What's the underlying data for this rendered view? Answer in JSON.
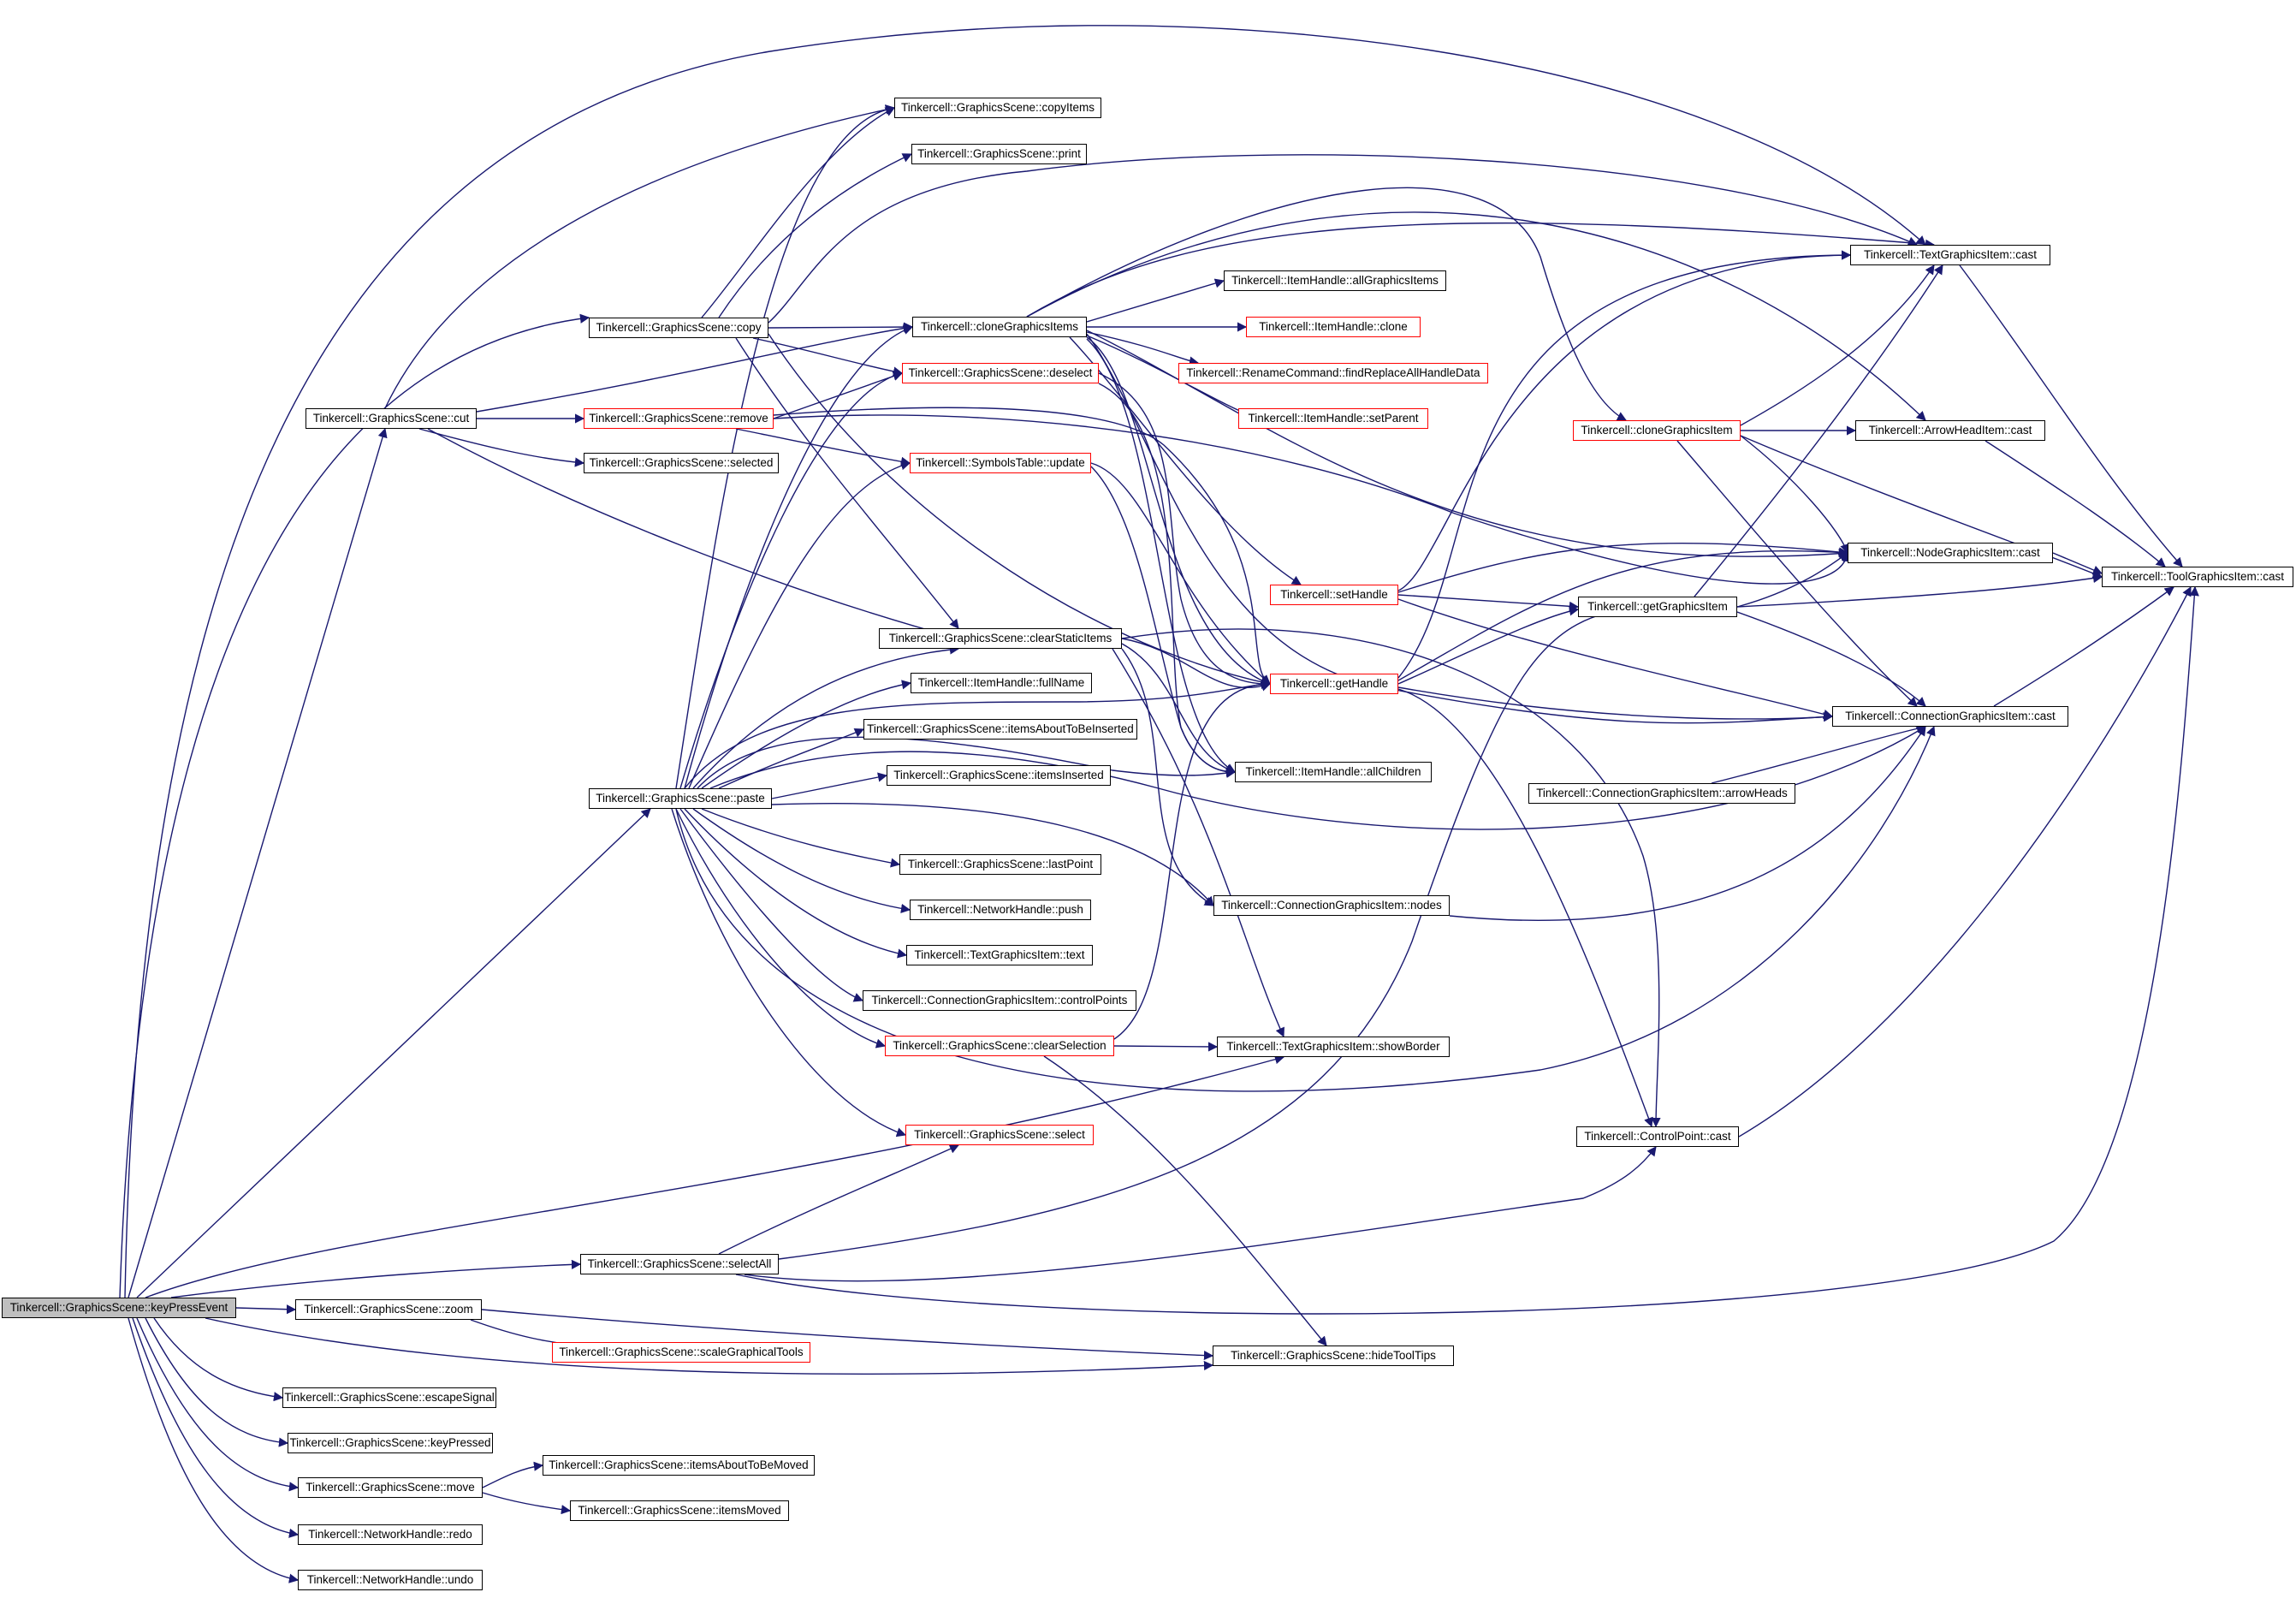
{
  "colors": {
    "edge": "#191970",
    "node_border": "#000000",
    "external_border": "#ff0000",
    "root_fill": "#bfbfbf",
    "background": "#ffffff"
  },
  "nodes": [
    {
      "id": "root",
      "label": "Tinkercell::GraphicsScene::keyPressEvent",
      "root": true
    },
    {
      "id": "cut",
      "label": "Tinkercell::GraphicsScene::cut"
    },
    {
      "id": "copy",
      "label": "Tinkercell::GraphicsScene::copy"
    },
    {
      "id": "copyItems",
      "label": "Tinkercell::GraphicsScene::copyItems"
    },
    {
      "id": "print",
      "label": "Tinkercell::GraphicsScene::print"
    },
    {
      "id": "cloneGraphicsItems",
      "label": "Tinkercell::cloneGraphicsItems"
    },
    {
      "id": "deselect",
      "label": "Tinkercell::GraphicsScene::deselect",
      "red": true
    },
    {
      "id": "remove",
      "label": "Tinkercell::GraphicsScene::remove",
      "red": true
    },
    {
      "id": "selected",
      "label": "Tinkercell::GraphicsScene::selected"
    },
    {
      "id": "symbolsUpdate",
      "label": "Tinkercell::SymbolsTable::update",
      "red": true
    },
    {
      "id": "clearStatic",
      "label": "Tinkercell::GraphicsScene::clearStaticItems"
    },
    {
      "id": "fullName",
      "label": "Tinkercell::ItemHandle::fullName"
    },
    {
      "id": "aboutInserted",
      "label": "Tinkercell::GraphicsScene::itemsAboutToBeInserted"
    },
    {
      "id": "itemsInserted",
      "label": "Tinkercell::GraphicsScene::itemsInserted"
    },
    {
      "id": "paste",
      "label": "Tinkercell::GraphicsScene::paste"
    },
    {
      "id": "lastPoint",
      "label": "Tinkercell::GraphicsScene::lastPoint"
    },
    {
      "id": "push",
      "label": "Tinkercell::NetworkHandle::push"
    },
    {
      "id": "textText",
      "label": "Tinkercell::TextGraphicsItem::text"
    },
    {
      "id": "controlPoints",
      "label": "Tinkercell::ConnectionGraphicsItem::controlPoints"
    },
    {
      "id": "clearSelection",
      "label": "Tinkercell::GraphicsScene::clearSelection",
      "red": true
    },
    {
      "id": "select",
      "label": "Tinkercell::GraphicsScene::select",
      "red": true
    },
    {
      "id": "selectAll",
      "label": "Tinkercell::GraphicsScene::selectAll"
    },
    {
      "id": "zoom",
      "label": "Tinkercell::GraphicsScene::zoom"
    },
    {
      "id": "scaleTools",
      "label": "Tinkercell::GraphicsScene::scaleGraphicalTools",
      "red": true
    },
    {
      "id": "escape",
      "label": "Tinkercell::GraphicsScene::escapeSignal"
    },
    {
      "id": "keyPressed",
      "label": "Tinkercell::GraphicsScene::keyPressed"
    },
    {
      "id": "move",
      "label": "Tinkercell::GraphicsScene::move"
    },
    {
      "id": "aboutMoved",
      "label": "Tinkercell::GraphicsScene::itemsAboutToBeMoved"
    },
    {
      "id": "itemsMoved",
      "label": "Tinkercell::GraphicsScene::itemsMoved"
    },
    {
      "id": "redo",
      "label": "Tinkercell::NetworkHandle::redo"
    },
    {
      "id": "undo",
      "label": "Tinkercell::NetworkHandle::undo"
    },
    {
      "id": "allGraphicsItems",
      "label": "Tinkercell::ItemHandle::allGraphicsItems"
    },
    {
      "id": "ihClone",
      "label": "Tinkercell::ItemHandle::clone",
      "red": true
    },
    {
      "id": "findReplace",
      "label": "Tinkercell::RenameCommand::findReplaceAllHandleData",
      "red": true
    },
    {
      "id": "setParent",
      "label": "Tinkercell::ItemHandle::setParent",
      "red": true
    },
    {
      "id": "setHandle",
      "label": "Tinkercell::setHandle",
      "red": true
    },
    {
      "id": "getHandle",
      "label": "Tinkercell::getHandle",
      "red": true
    },
    {
      "id": "allChildren",
      "label": "Tinkercell::ItemHandle::allChildren"
    },
    {
      "id": "cgiNodes",
      "label": "Tinkercell::ConnectionGraphicsItem::nodes"
    },
    {
      "id": "showBorder",
      "label": "Tinkercell::TextGraphicsItem::showBorder"
    },
    {
      "id": "hideToolTips",
      "label": "Tinkercell::GraphicsScene::hideToolTips"
    },
    {
      "id": "textCast",
      "label": "Tinkercell::TextGraphicsItem::cast"
    },
    {
      "id": "cloneGraphicsItem",
      "label": "Tinkercell::cloneGraphicsItem",
      "red": true
    },
    {
      "id": "arrowHeadCast",
      "label": "Tinkercell::ArrowHeadItem::cast"
    },
    {
      "id": "nodeCast",
      "label": "Tinkercell::NodeGraphicsItem::cast"
    },
    {
      "id": "getGraphicsItem",
      "label": "Tinkercell::getGraphicsItem"
    },
    {
      "id": "connCast",
      "label": "Tinkercell::ConnectionGraphicsItem::cast"
    },
    {
      "id": "arrowHeads",
      "label": "Tinkercell::ConnectionGraphicsItem::arrowHeads"
    },
    {
      "id": "cpCast",
      "label": "Tinkercell::ControlPoint::cast"
    },
    {
      "id": "toolCast",
      "label": "Tinkercell::ToolGraphicsItem::cast"
    }
  ]
}
